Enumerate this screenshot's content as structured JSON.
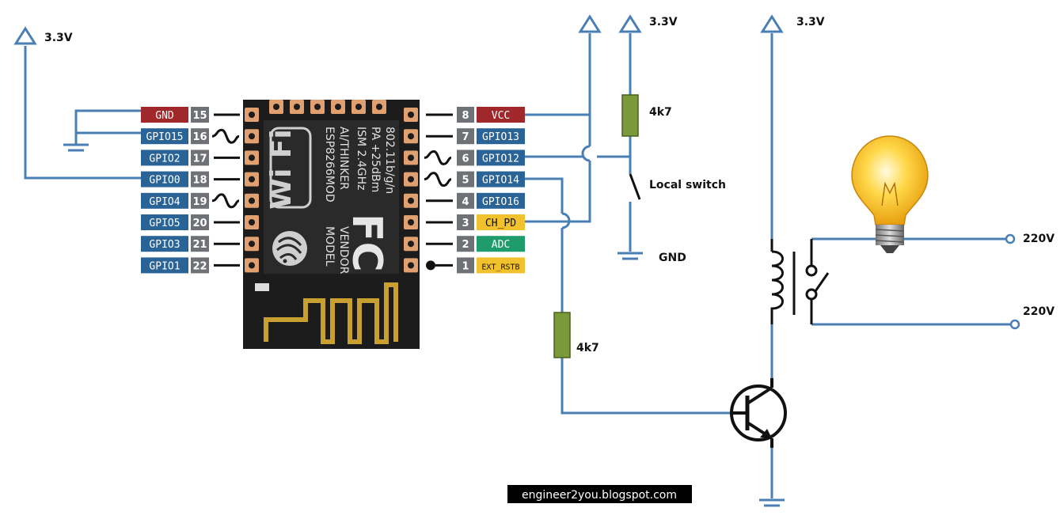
{
  "supply_labels": [
    "3.3V",
    "3.3V",
    "3.3V"
  ],
  "resistor_labels": [
    "4k7",
    "4k7"
  ],
  "switch_label": "Local switch",
  "ground_label": "GND",
  "mains_labels": [
    "220V",
    "220V"
  ],
  "footer": "engineer2you.blogspot.com",
  "module": {
    "lines": [
      "ESP8266MOD",
      "AI/THINKER",
      "ISM 2.4GHz",
      "PA +25dBm",
      "802.11b/g/n"
    ],
    "model_vendor": [
      "MODEL",
      "VENDOR"
    ],
    "wifi_text": "Wi Fi",
    "fc_text": "FC"
  },
  "left_pins": [
    {
      "label": "GND",
      "num": "15",
      "color": "#a0282a"
    },
    {
      "label": "GPIO15",
      "num": "16",
      "color": "#2a6496"
    },
    {
      "label": "GPIO2",
      "num": "17",
      "color": "#2a6496"
    },
    {
      "label": "GPIO0",
      "num": "18",
      "color": "#2a6496"
    },
    {
      "label": "GPIO4",
      "num": "19",
      "color": "#2a6496"
    },
    {
      "label": "GPIO5",
      "num": "20",
      "color": "#2a6496"
    },
    {
      "label": "GPIO3",
      "num": "21",
      "color": "#2a6496"
    },
    {
      "label": "GPIO1",
      "num": "22",
      "color": "#2a6496"
    }
  ],
  "right_pins": [
    {
      "label": "VCC",
      "num": "8",
      "color": "#a0282a"
    },
    {
      "label": "GPIO13",
      "num": "7",
      "color": "#2a6496"
    },
    {
      "label": "GPIO12",
      "num": "6",
      "color": "#2a6496"
    },
    {
      "label": "GPIO14",
      "num": "5",
      "color": "#2a6496"
    },
    {
      "label": "GPIO16",
      "num": "4",
      "color": "#2a6496"
    },
    {
      "label": "CH_PD",
      "num": "3",
      "color": "#f2c12e"
    },
    {
      "label": "ADC",
      "num": "2",
      "color": "#1e9c6c"
    },
    {
      "label": "EXT_RSTB",
      "num": "1",
      "color": "#f2c12e"
    }
  ],
  "colors": {
    "wire": "#4a7fb5",
    "resistor": "#7a9a3a",
    "chip": "#1c1c1c",
    "pad": "#e0a070",
    "pin_number_bg": "#6e7175"
  }
}
